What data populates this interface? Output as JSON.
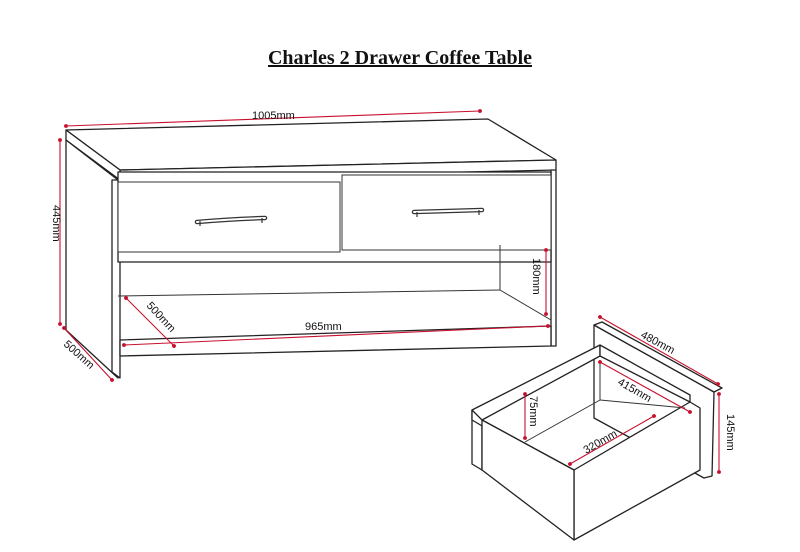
{
  "title": "Charles 2 Drawer Coffee Table",
  "colors": {
    "outline": "#222222",
    "dimension_line": "#c8102e",
    "text": "#111111",
    "background": "#ffffff"
  },
  "table": {
    "width_label": "1005mm",
    "height_label": "445mm",
    "depth_label": "500mm",
    "shelf_width_label": "965mm",
    "shelf_depth_label": "500mm",
    "shelf_height_label": "180mm"
  },
  "drawer": {
    "outer_depth_label": "480mm",
    "inner_depth_label": "415mm",
    "inner_height_label": "75mm",
    "inner_width_label": "320mm",
    "front_height_label": "145mm"
  }
}
